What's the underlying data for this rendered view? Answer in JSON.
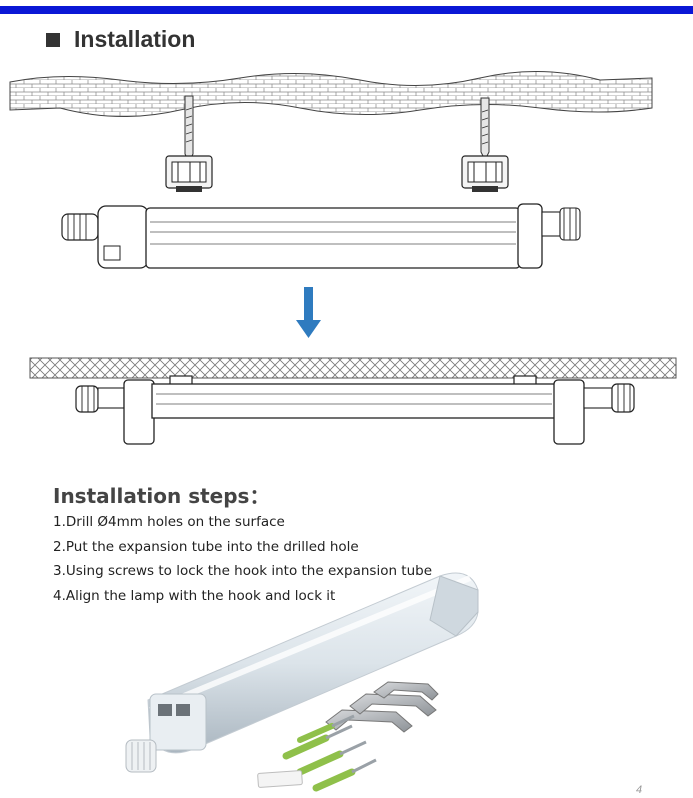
{
  "header": {
    "title": "Installation"
  },
  "steps": {
    "title": "Installation steps：",
    "items": [
      "1.Drill  Ø4mm holes on the surface",
      "2.Put the expansion tube into the drilled hole",
      "3.Using screws to lock the hook into the expansion tube",
      "4.Align the lamp with the hook and lock it"
    ]
  },
  "footer": {
    "page_number": "4"
  },
  "colors": {
    "accent_bar": "#0a17d6",
    "arrow": "#2f7bbf",
    "heading_square": "#333333"
  }
}
